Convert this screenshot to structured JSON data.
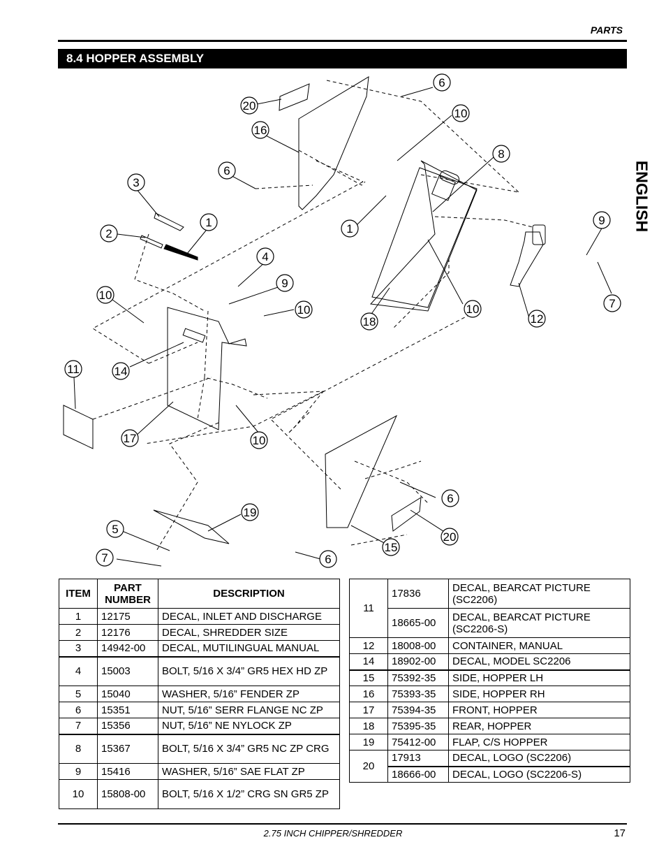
{
  "header": {
    "section": "PARTS"
  },
  "section_title": "8.4  HOPPER ASSEMBLY",
  "side_tab": "ENGLISH",
  "callouts": [
    "6",
    "10",
    "20",
    "16",
    "8",
    "6",
    "3",
    "1",
    "1",
    "2",
    "9",
    "4",
    "9",
    "10",
    "10",
    "10",
    "12",
    "7",
    "18",
    "11",
    "14",
    "17",
    "10",
    "6",
    "20",
    "19",
    "5",
    "15",
    "7",
    "6"
  ],
  "table_left": {
    "headers": {
      "item": "ITEM",
      "part": "PART NUMBER",
      "desc": "DESCRIPTION"
    },
    "rows": [
      {
        "item": "1",
        "part": "12175",
        "desc": "DECAL, INLET AND DISCHARGE"
      },
      {
        "item": "2",
        "part": "12176",
        "desc": "DECAL, SHREDDER SIZE"
      },
      {
        "item": "3",
        "part": "14942-00",
        "desc": "DECAL, MUTILINGUAL MANUAL"
      },
      {
        "item": "4",
        "part": "15003",
        "desc": "BOLT, 5/16 X 3/4” GR5 HEX HD ZP"
      },
      {
        "item": "5",
        "part": "15040",
        "desc": "WASHER, 5/16” FENDER ZP"
      },
      {
        "item": "6",
        "part": "15351",
        "desc": "NUT, 5/16” SERR FLANGE NC ZP"
      },
      {
        "item": "7",
        "part": "15356",
        "desc": "NUT, 5/16” NE NYLOCK ZP"
      },
      {
        "item": "8",
        "part": "15367",
        "desc": "BOLT, 5/16 X 3/4” GR5 NC ZP CRG"
      },
      {
        "item": "9",
        "part": "15416",
        "desc": "WASHER, 5/16” SAE FLAT ZP"
      },
      {
        "item": "10",
        "part": "15808-00",
        "desc": "BOLT, 5/16 X 1/2” CRG SN GR5 ZP"
      }
    ]
  },
  "table_right": {
    "item11": "11",
    "r11a": {
      "part": "17836",
      "desc": "DECAL, BEARCAT PICTURE (SC2206)"
    },
    "r11b": {
      "part": "18665-00",
      "desc": "DECAL, BEARCAT PICTURE (SC2206-S)"
    },
    "rows": [
      {
        "item": "12",
        "part": "18008-00",
        "desc": "CONTAINER, MANUAL"
      },
      {
        "item": "14",
        "part": "18902-00",
        "desc": "DECAL, MODEL SC2206"
      },
      {
        "item": "15",
        "part": "75392-35",
        "desc": "SIDE, HOPPER LH"
      },
      {
        "item": "16",
        "part": "75393-35",
        "desc": "SIDE, HOPPER RH"
      },
      {
        "item": "17",
        "part": "75394-35",
        "desc": "FRONT, HOPPER"
      },
      {
        "item": "18",
        "part": "75395-35",
        "desc": "REAR, HOPPER"
      },
      {
        "item": "19",
        "part": "75412-00",
        "desc": "FLAP, C/S HOPPER"
      }
    ],
    "item20": "20",
    "r20a": {
      "part": "17913",
      "desc": "DECAL, LOGO (SC2206)"
    },
    "r20b": {
      "part": "18666-00",
      "desc": "DECAL, LOGO (SC2206-S)"
    }
  },
  "footer": {
    "title": "2.75 INCH CHIPPER/SHREDDER",
    "page": "17"
  }
}
